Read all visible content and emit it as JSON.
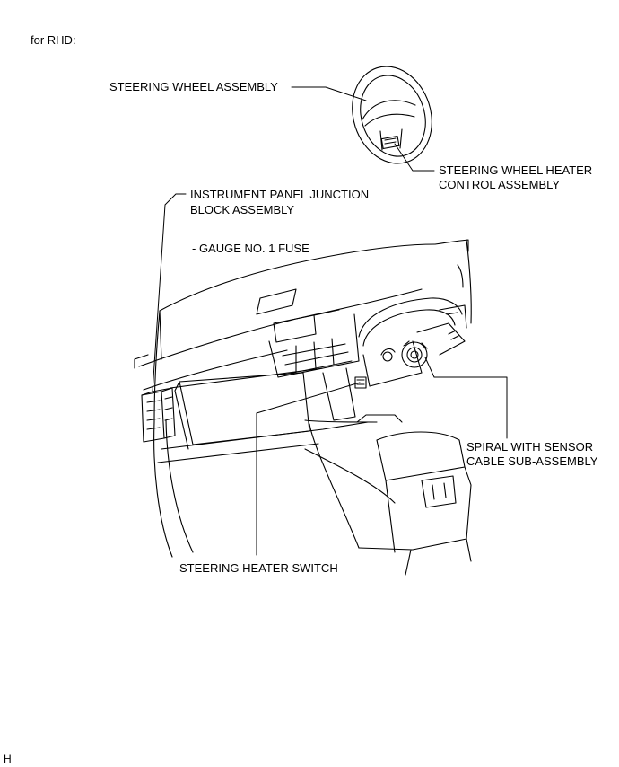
{
  "header": {
    "note": "for RHD:"
  },
  "labels": {
    "steering_wheel": "STEERING WHEEL ASSEMBLY",
    "heater_control_line1": "STEERING WHEEL HEATER",
    "heater_control_line2": "CONTROL ASSEMBLY",
    "junction_block_line1": "INSTRUMENT PANEL JUNCTION",
    "junction_block_line2": "BLOCK ASSEMBLY",
    "fuse": "- GAUGE NO. 1 FUSE",
    "spiral_line1": "SPIRAL WITH SENSOR",
    "spiral_line2": "CABLE SUB-ASSEMBLY",
    "heater_switch": "STEERING HEATER SWITCH"
  },
  "footer": {
    "code": "H"
  }
}
